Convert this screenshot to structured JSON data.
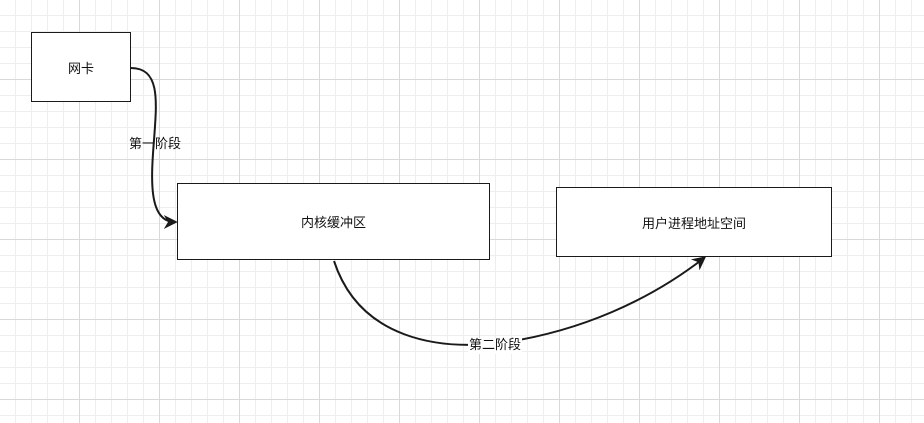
{
  "nodes": {
    "nic": {
      "label": "网卡"
    },
    "kernel_buffer": {
      "label": "内核缓冲区"
    },
    "user_space": {
      "label": "用户进程地址空间"
    }
  },
  "edges": {
    "stage1": {
      "label": "第一阶段"
    },
    "stage2": {
      "label": "第二阶段"
    }
  },
  "colors": {
    "stroke": "#1a1a1a",
    "grid_major": "#d9d9d9",
    "grid_minor": "#eeeeee"
  }
}
